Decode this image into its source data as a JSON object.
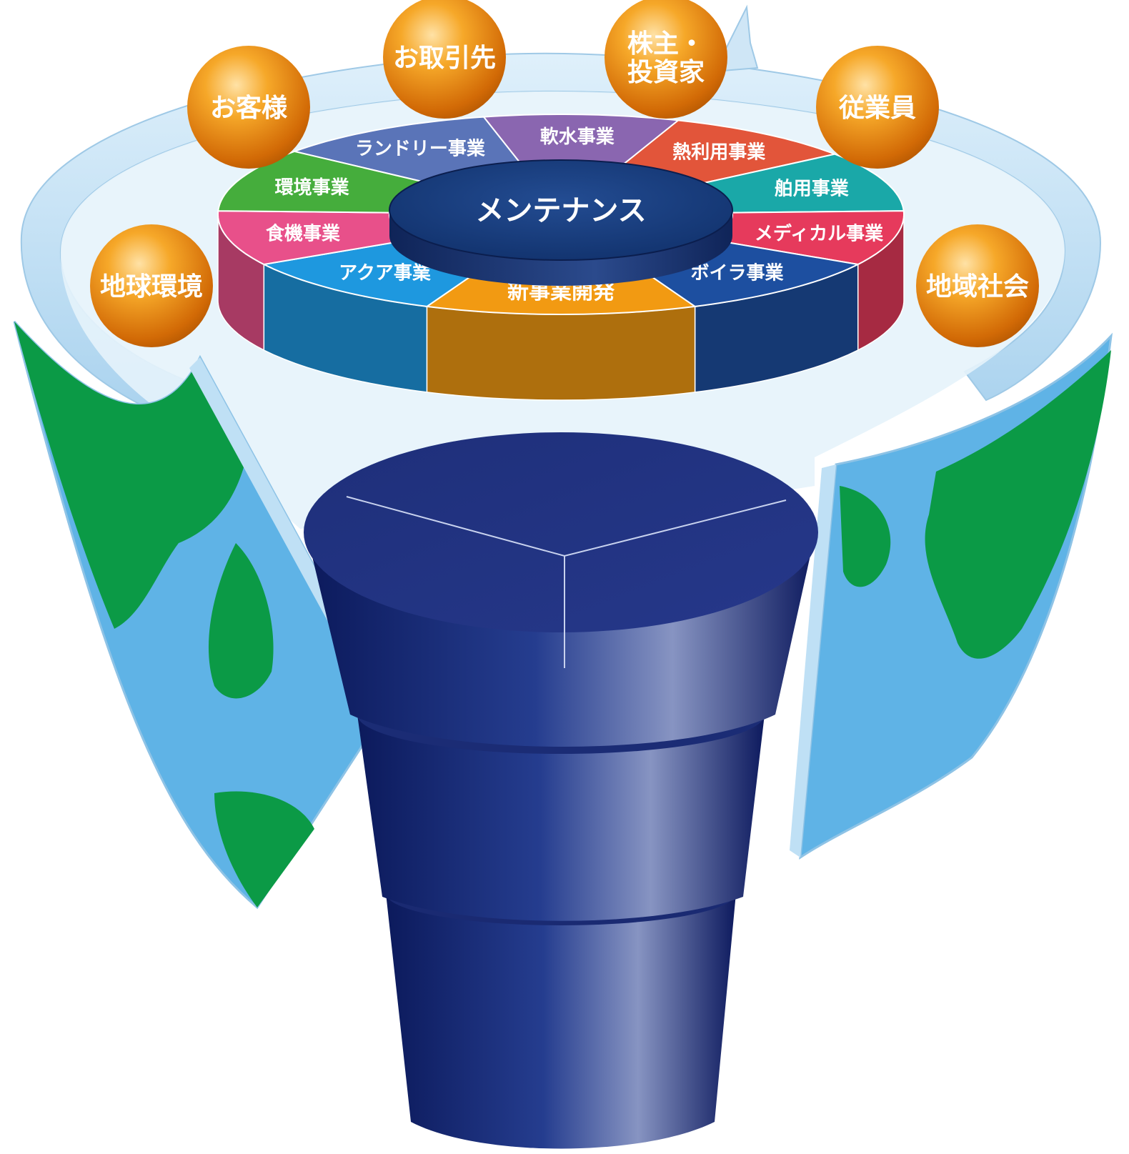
{
  "hub": {
    "label": "メンテナンス",
    "color": "#173a7a"
  },
  "segments": [
    {
      "id": "laundry",
      "label": "ランドリー事業",
      "color": "#5a74b8"
    },
    {
      "id": "softwater",
      "label": "軟水事業",
      "color": "#8a66b0"
    },
    {
      "id": "heat",
      "label": "熱利用事業",
      "color": "#e2553a"
    },
    {
      "id": "marine",
      "label": "舶用事業",
      "color": "#1aa8a8"
    },
    {
      "id": "medical",
      "label": "メディカル事業",
      "color": "#e63a5c"
    },
    {
      "id": "boiler",
      "label": "ボイラ事業",
      "color": "#1d4fa0"
    },
    {
      "id": "newbiz",
      "label": "新事業開発",
      "color": "#f29a12"
    },
    {
      "id": "aqua",
      "label": "アクア事業",
      "color": "#1e98df"
    },
    {
      "id": "food",
      "label": "食機事業",
      "color": "#e8508a"
    },
    {
      "id": "env",
      "label": "環境事業",
      "color": "#45ad3c"
    }
  ],
  "stakeholders": [
    {
      "id": "customers",
      "label": "お客様"
    },
    {
      "id": "partners",
      "label": "お取引先"
    },
    {
      "id": "shareholders",
      "label": "株主・\n投資家"
    },
    {
      "id": "employees",
      "label": "従業員"
    },
    {
      "id": "community",
      "label": "地域社会"
    },
    {
      "id": "environment",
      "label": "地球環境"
    }
  ],
  "colors": {
    "sphere": "#f09a1a",
    "cylinder": "#1f2f7a",
    "ring": "#c9e4f6",
    "map_land": "#0b9a46",
    "map_sea": "#5fb3e6"
  },
  "icons": [
    "world-map-band",
    "pedestal-cylinder",
    "circular-arrow"
  ]
}
